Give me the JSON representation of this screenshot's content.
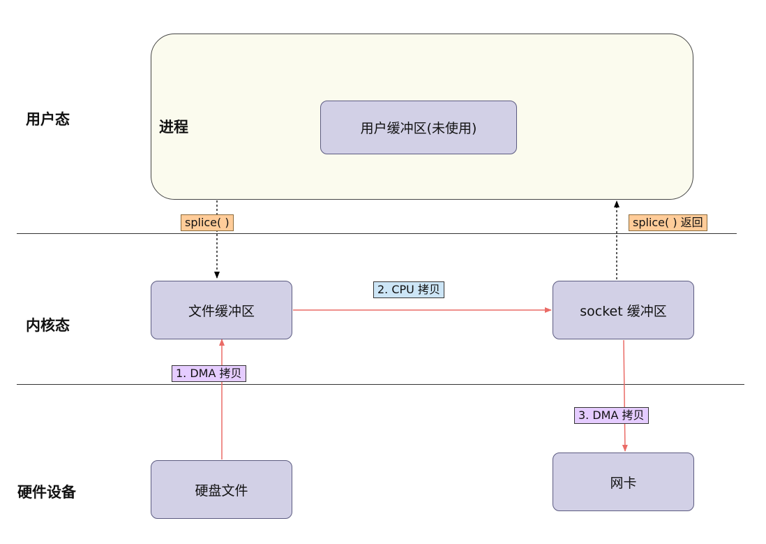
{
  "layers": {
    "user": "用户态",
    "kernel": "内核态",
    "hardware": "硬件设备"
  },
  "process": {
    "label": "进程",
    "user_buffer": "用户缓冲区(未使用)"
  },
  "kernel": {
    "file_buffer": "文件缓冲区",
    "socket_buffer": "socket 缓冲区"
  },
  "hardware": {
    "disk_file": "硬盘文件",
    "nic": "网卡"
  },
  "steps": {
    "splice_call": "splice( )",
    "splice_return": "splice( ) 返回",
    "cpu_copy": "2. CPU 拷贝",
    "dma_copy_1": "1. DMA 拷贝",
    "dma_copy_3": "3. DMA 拷贝"
  },
  "colors": {
    "copy_arrow": "#ea6b66",
    "call_arrow": "#000000",
    "node_fill": "#d2d0e6",
    "process_fill": "#fbfbee"
  }
}
